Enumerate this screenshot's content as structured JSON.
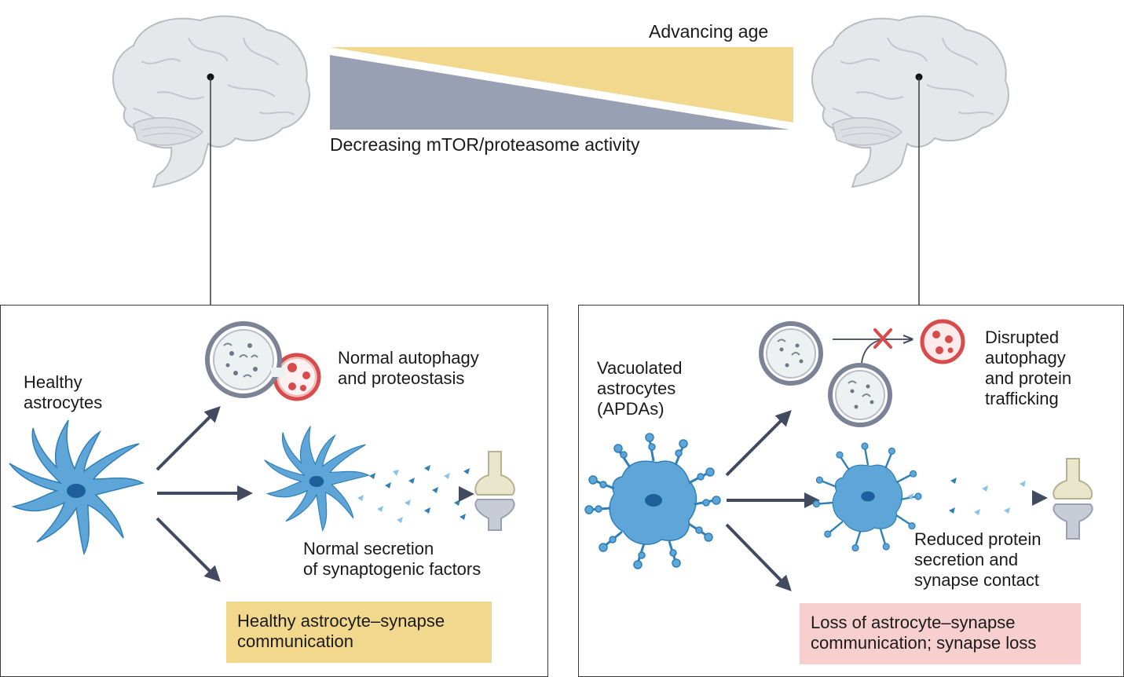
{
  "top": {
    "age_label": "Advancing age",
    "activity_label": "Decreasing mTOR/proteasome activity"
  },
  "left_panel": {
    "cell_label": [
      "Healthy",
      "astrocytes"
    ],
    "autophagy_label": [
      "Normal autophagy",
      "and proteostasis"
    ],
    "secretion_label": [
      "Normal secretion",
      "of synaptogenic factors"
    ],
    "outcome_label": [
      "Healthy astrocyte–synapse",
      "communication"
    ]
  },
  "right_panel": {
    "cell_label": [
      "Vacuolated",
      "astrocytes",
      "(APDAs)"
    ],
    "autophagy_label": [
      "Disrupted",
      "autophagy",
      "and protein",
      "trafficking"
    ],
    "secretion_label": [
      "Reduced protein",
      "secretion and",
      "synapse contact"
    ],
    "outcome_label": [
      "Loss of astrocyte–synapse",
      "communication; synapse loss"
    ]
  },
  "colors": {
    "age_wedge": "#f2d88c",
    "activity_wedge": "#9aa0b4",
    "astrocyte": "#5ea6d8",
    "astrocyte_outline": "#2f7fb8",
    "nucleus": "#1d5f9a",
    "arrow": "#414a5e",
    "lysosome": "#d94b4b",
    "healthy_box": "#f2d88c",
    "loss_box": "#f7cfcf"
  }
}
